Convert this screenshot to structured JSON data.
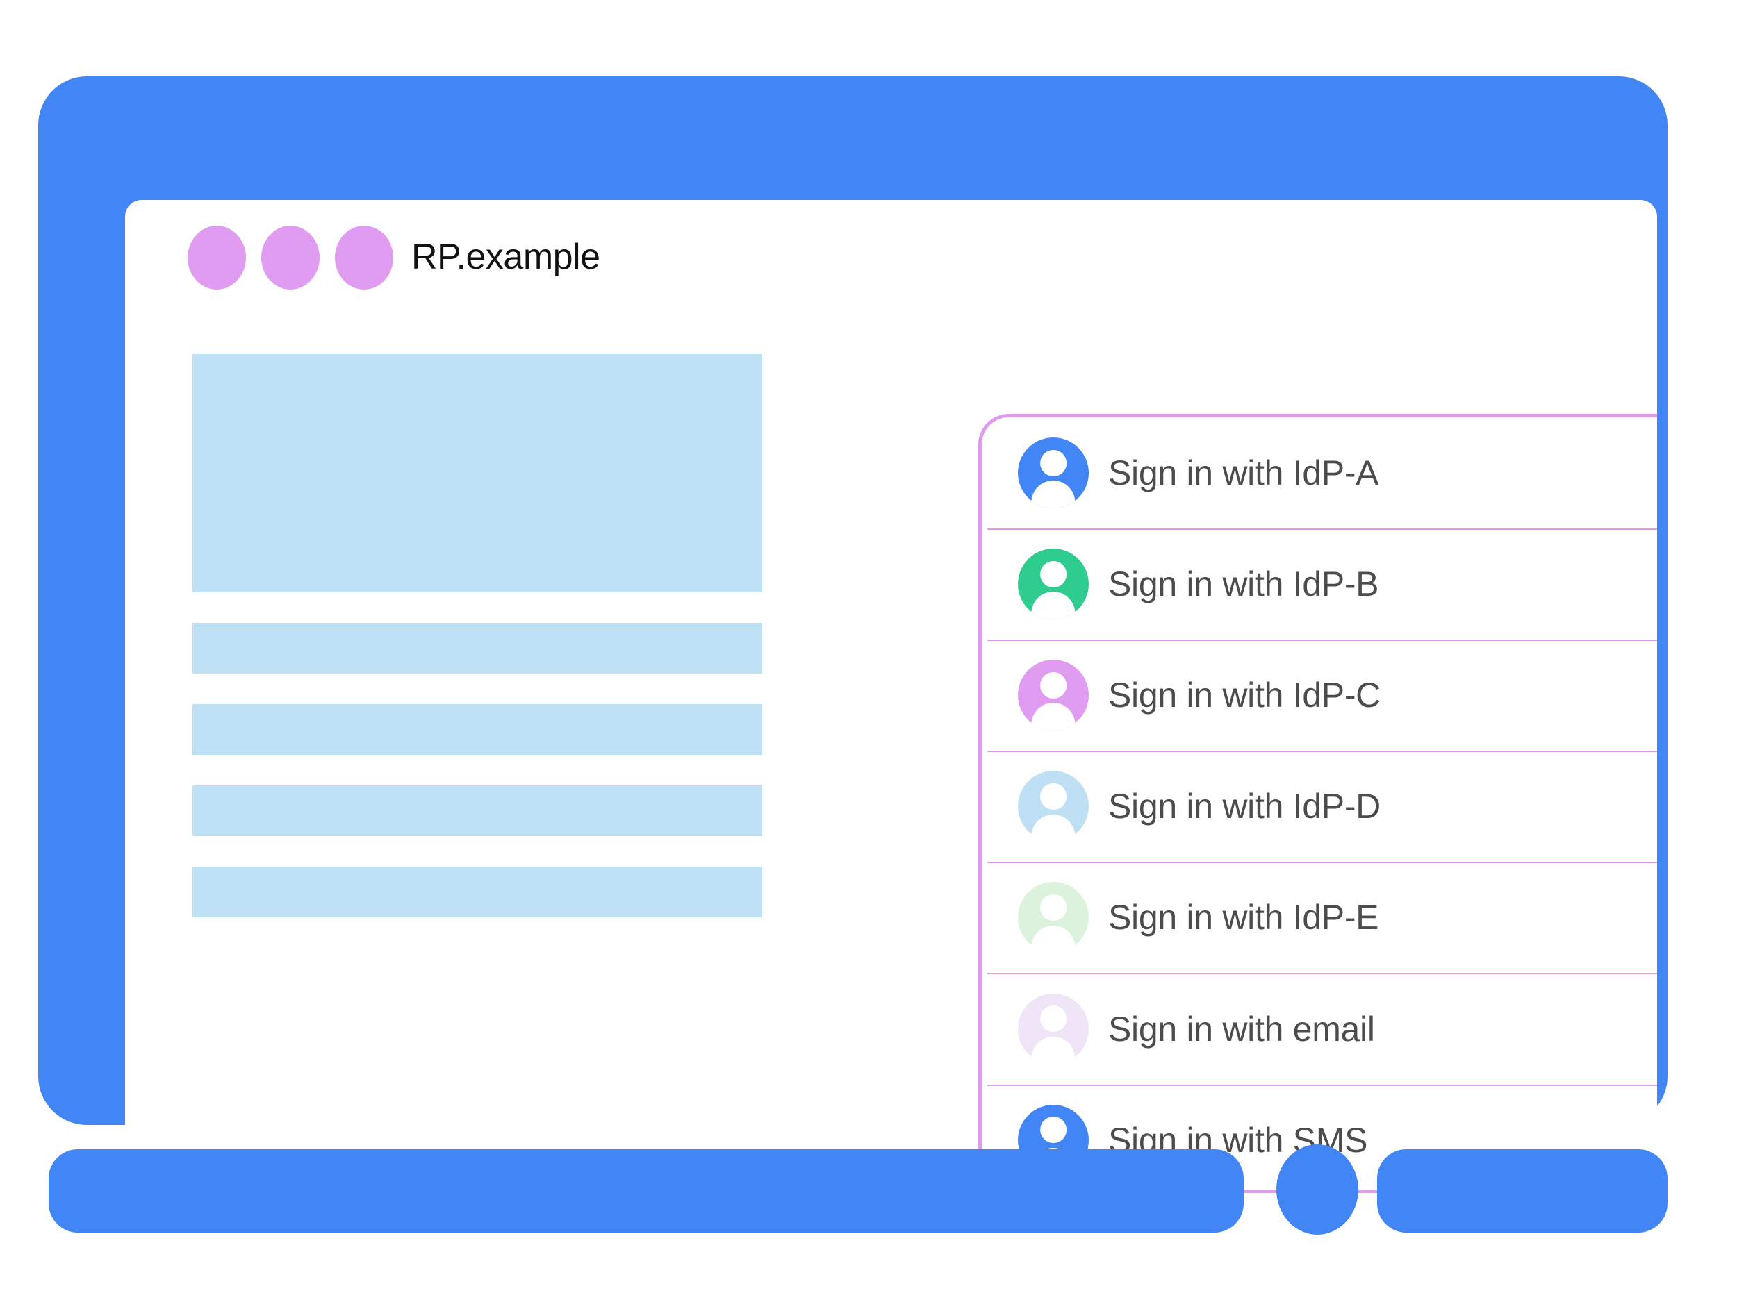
{
  "colors": {
    "device_bezel": "#4285f4",
    "browser_dot": "#e09cf0",
    "skeleton": "#bfe1f6",
    "card_border": "#dd9bec",
    "label_text": "#4c4c4c",
    "title_text": "#111111"
  },
  "browser": {
    "site_title": "RP.example",
    "traffic_lights": [
      {
        "name": "browser-dot-1",
        "color": "#e09cf0"
      },
      {
        "name": "browser-dot-2",
        "color": "#e09cf0"
      },
      {
        "name": "browser-dot-3",
        "color": "#e09cf0"
      }
    ]
  },
  "content": {
    "placeholders": [
      {
        "name": "content-hero-placeholder",
        "kind": "hero"
      },
      {
        "name": "content-bar-placeholder-1",
        "kind": "bar"
      },
      {
        "name": "content-bar-placeholder-2",
        "kind": "bar"
      },
      {
        "name": "content-bar-placeholder-3",
        "kind": "bar"
      },
      {
        "name": "content-bar-placeholder-4",
        "kind": "bar"
      }
    ]
  },
  "account_chooser": {
    "rows": [
      {
        "label": "Sign in with IdP-A",
        "avatar_color": "#4285f4",
        "icon": "account-avatar-icon"
      },
      {
        "label": "Sign in with IdP-B",
        "avatar_color": "#2ecc8f",
        "icon": "account-avatar-icon"
      },
      {
        "label": "Sign in with IdP-C",
        "avatar_color": "#e09cf0",
        "icon": "account-avatar-icon"
      },
      {
        "label": "Sign in with IdP-D",
        "avatar_color": "#bfdff5",
        "icon": "account-avatar-icon"
      },
      {
        "label": "Sign in with IdP-E",
        "avatar_color": "#ddf2dd",
        "icon": "account-avatar-icon"
      },
      {
        "label": "Sign in with email",
        "avatar_color": "#f0e4f7",
        "icon": "account-avatar-icon"
      },
      {
        "label": "Sign in with SMS",
        "avatar_color": "#4285f4",
        "icon": "account-avatar-icon"
      }
    ]
  }
}
